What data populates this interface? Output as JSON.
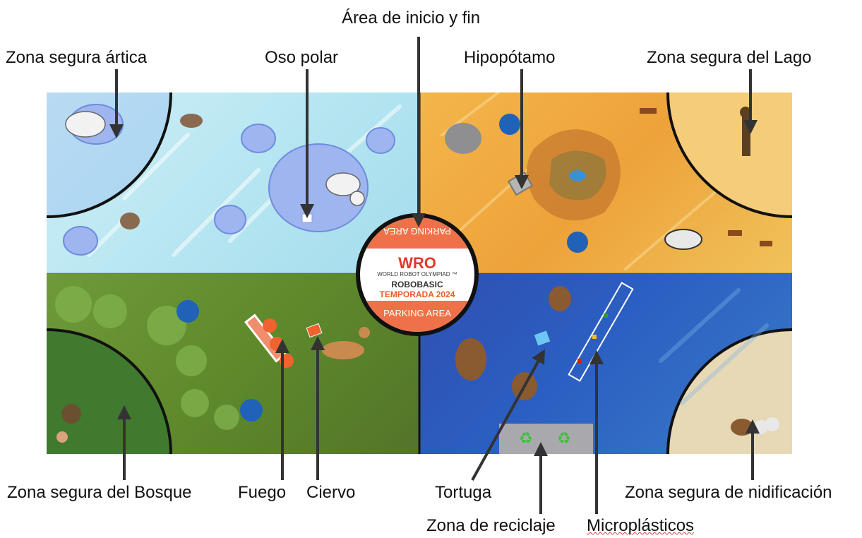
{
  "labels": {
    "start_end": "Área de inicio y fin",
    "arctic_safe": "Zona segura ártica",
    "polar_bear": "Oso polar",
    "hippo": "Hipopótamo",
    "lake_safe": "Zona segura del Lago",
    "forest_safe": "Zona segura del Bosque",
    "fire": "Fuego",
    "deer": "Ciervo",
    "turtle": "Tortuga",
    "nesting_safe": "Zona segura de nidificación",
    "recycling": "Zona de reciclaje",
    "microplastics": "Microplásticos"
  },
  "parking": {
    "top_text": "PARKING AREA",
    "logo": "WRO",
    "subtitle": "WORLD ROBOT OLYMPIAD ™",
    "robo": "ROBOBASIC",
    "season": "TEMPORADA 2024",
    "bottom_text": "PARKING AREA"
  },
  "recycle_icons": [
    "♻",
    "♻"
  ],
  "colors": {
    "arctic": "#b9e7f2",
    "savanna": "#eea23a",
    "forest": "#5e8a2b",
    "ocean": "#2b5fc2",
    "parking_accent": "#ee7149"
  }
}
